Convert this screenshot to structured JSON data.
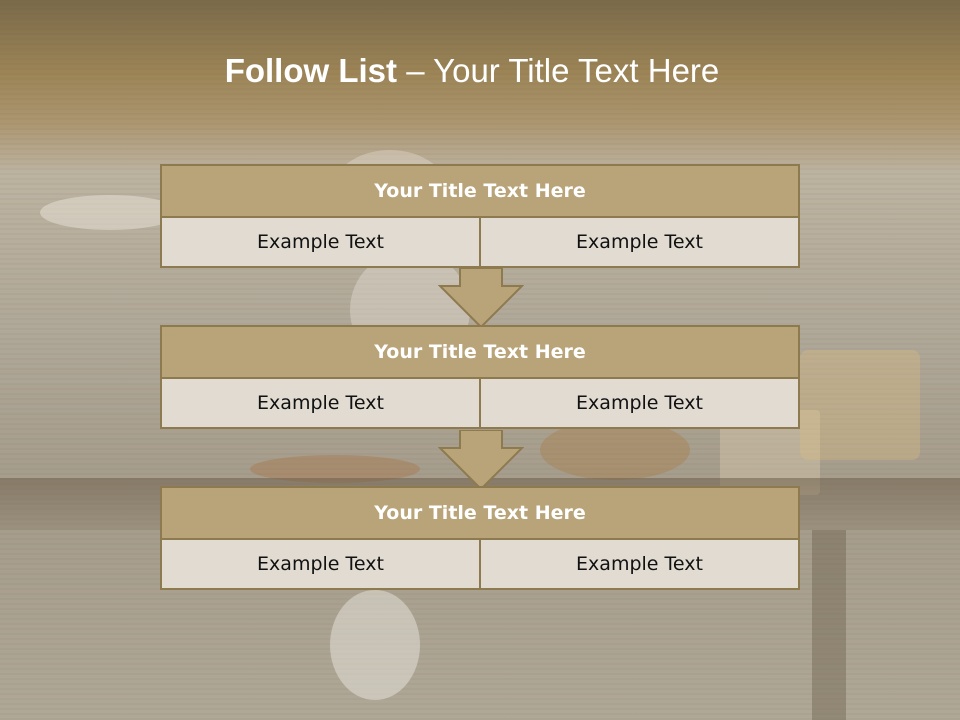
{
  "title": {
    "bold": "Follow List ",
    "rest": " – Your Title Text Here"
  },
  "steps": [
    {
      "heading": "Your Title Text Here",
      "left": "Example Text",
      "right": "Example Text"
    },
    {
      "heading": "Your Title Text Here",
      "left": "Example Text",
      "right": "Example Text"
    },
    {
      "heading": "Your Title Text Here",
      "left": "Example Text",
      "right": "Example Text"
    }
  ],
  "colors": {
    "header_fill": "#b9a378",
    "border": "#8e7a4f",
    "cell_fill": "#e1dbd1",
    "title_text": "#ffffff"
  }
}
